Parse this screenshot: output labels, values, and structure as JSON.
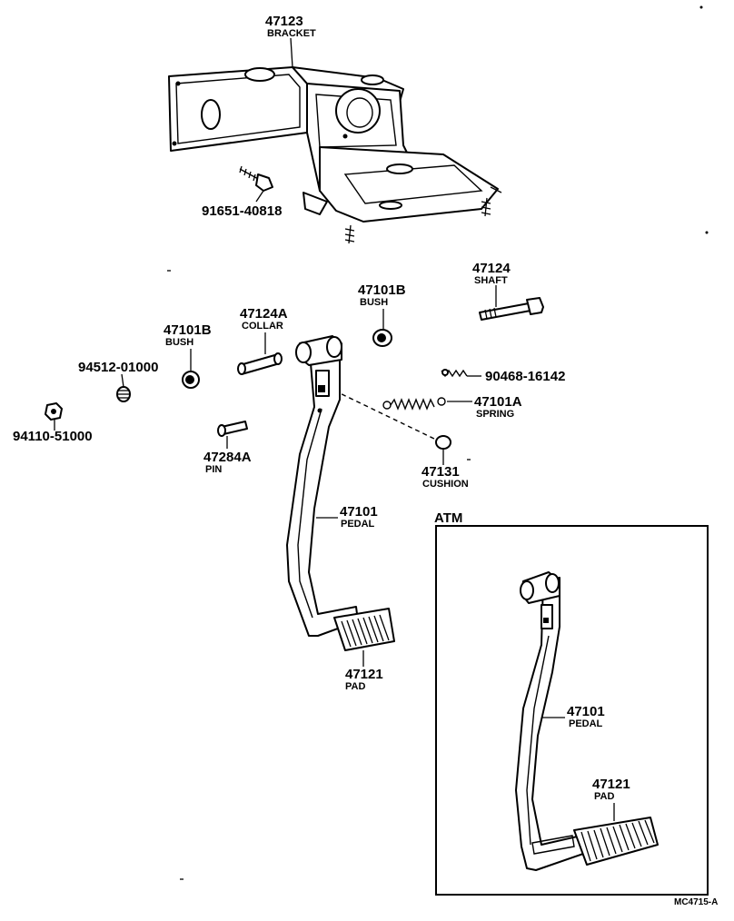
{
  "diagram": {
    "reference_code": "MC4715-A",
    "parts": {
      "bracket": {
        "number": "47123",
        "name": "BRACKET"
      },
      "bolt": {
        "number": "91651-40818"
      },
      "shaft": {
        "number": "47124",
        "name": "SHAFT"
      },
      "bush_right": {
        "number": "47101B",
        "name": "BUSH"
      },
      "collar": {
        "number": "47124A",
        "name": "COLLAR"
      },
      "bush_left": {
        "number": "47101B",
        "name": "BUSH"
      },
      "washer": {
        "number": "94512-01000"
      },
      "nut": {
        "number": "94110-51000"
      },
      "pin_small": {
        "number": "90468-16142"
      },
      "spring": {
        "number": "47101A",
        "name": "SPRING"
      },
      "pin": {
        "number": "47284A",
        "name": "PIN"
      },
      "cushion": {
        "number": "47131",
        "name": "CUSHION"
      },
      "pedal": {
        "number": "47101",
        "name": "PEDAL"
      },
      "pad": {
        "number": "47121",
        "name": "PAD"
      }
    },
    "atm_inset": {
      "title": "ATM",
      "pedal": {
        "number": "47101",
        "name": "PEDAL"
      },
      "pad": {
        "number": "47121",
        "name": "PAD"
      }
    }
  }
}
